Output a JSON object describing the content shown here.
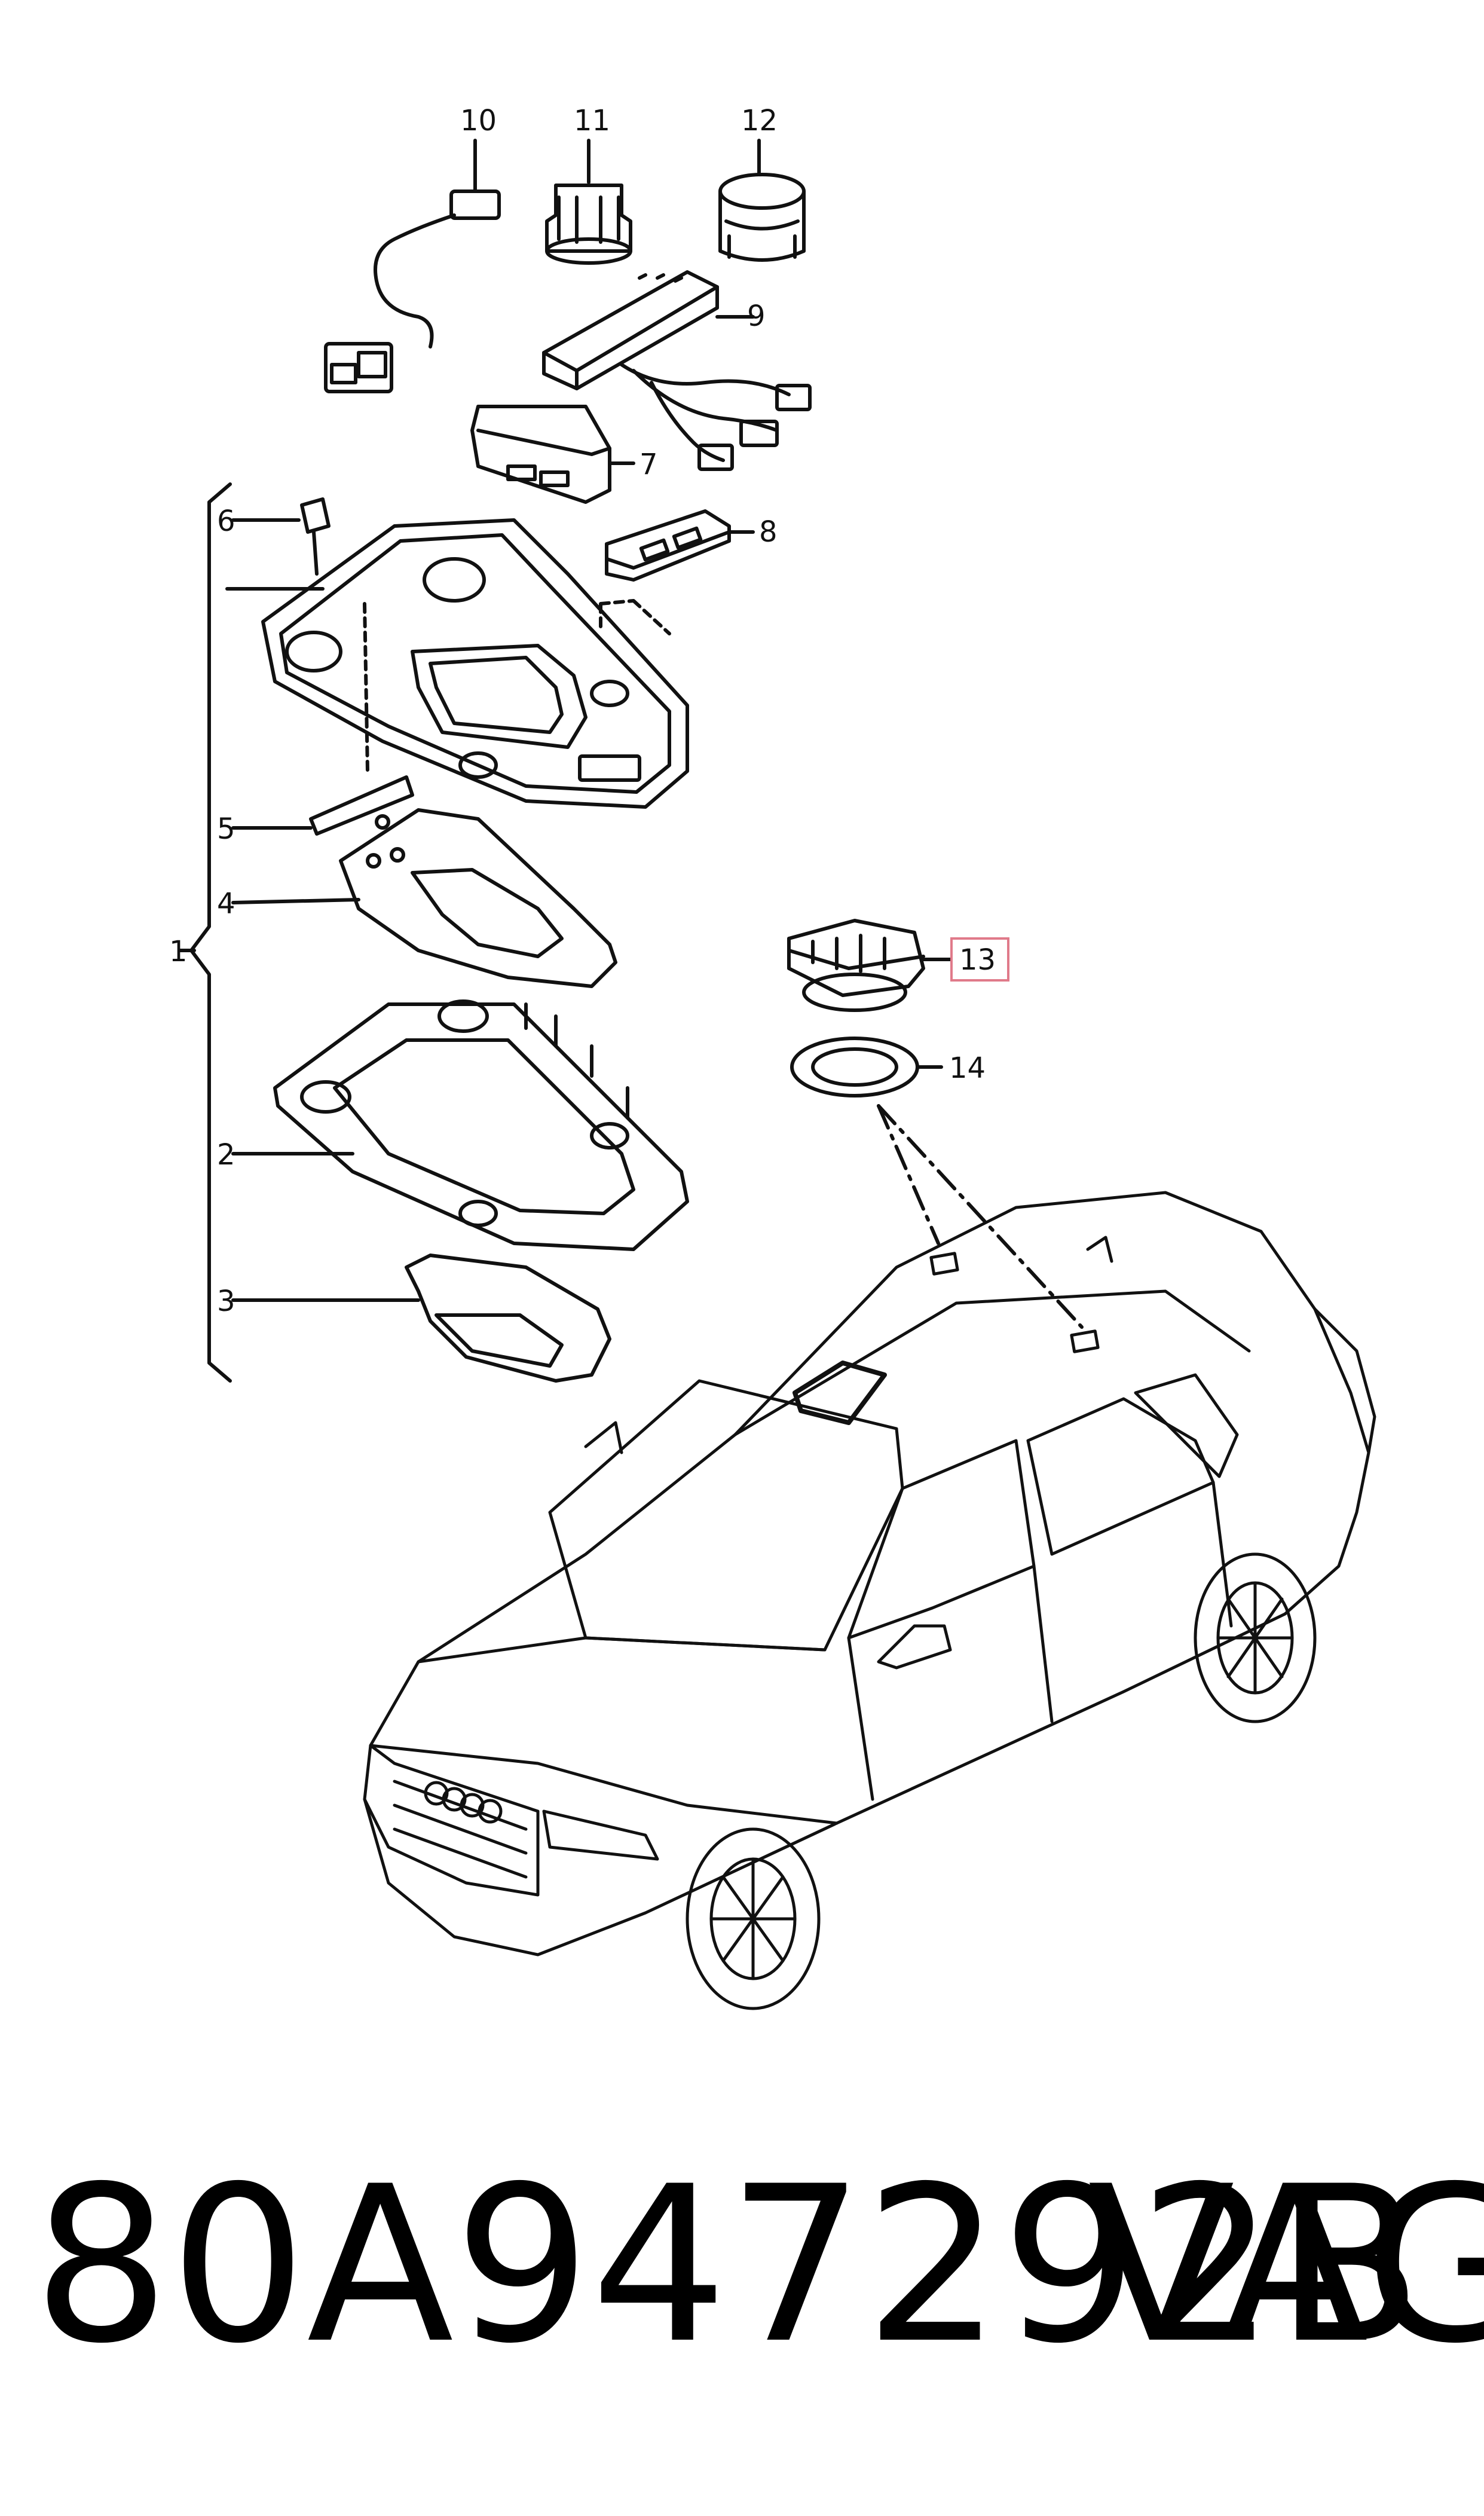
{
  "callouts": {
    "n1": "1",
    "n2": "2",
    "n3": "3",
    "n4": "4",
    "n5": "5",
    "n6": "6",
    "n7": "7",
    "n8": "8",
    "n9": "9",
    "n10": "10",
    "n11": "11",
    "n12": "12",
    "n13": "13",
    "n14": "14"
  },
  "footer": {
    "part_number": "80A947292B",
    "brand": "VAG"
  },
  "highlight_color": "#e07a8a",
  "line_color": "#111111"
}
